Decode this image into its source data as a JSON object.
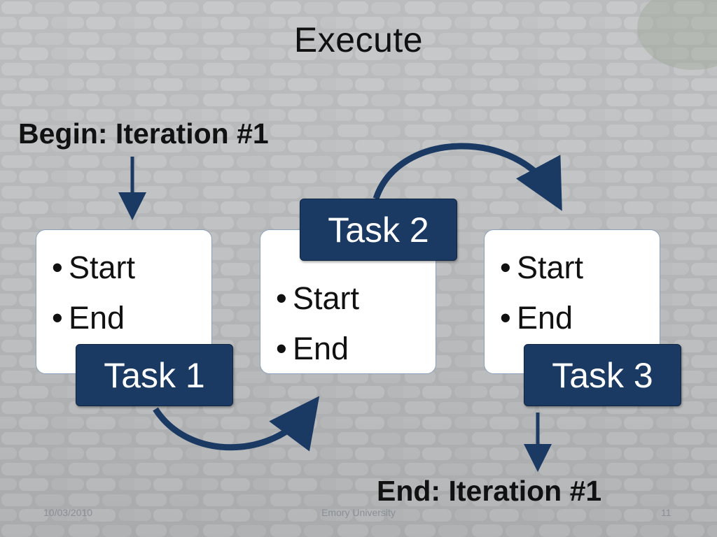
{
  "slide": {
    "title": "Execute",
    "begin_label": "Begin: Iteration #1",
    "end_label": "End: Iteration #1"
  },
  "tasks": [
    {
      "name": "Task 1",
      "items": [
        "Start",
        "End"
      ]
    },
    {
      "name": "Task 2",
      "items": [
        "Start",
        "End"
      ]
    },
    {
      "name": "Task 3",
      "items": [
        "Start",
        "End"
      ]
    }
  ],
  "footer": {
    "date": "10/03/2010",
    "org": "Emory University",
    "page": "11"
  },
  "colors": {
    "task_fill": "#1b3a63",
    "arrow": "#1b3a63",
    "card_border": "#8aa0ba"
  }
}
